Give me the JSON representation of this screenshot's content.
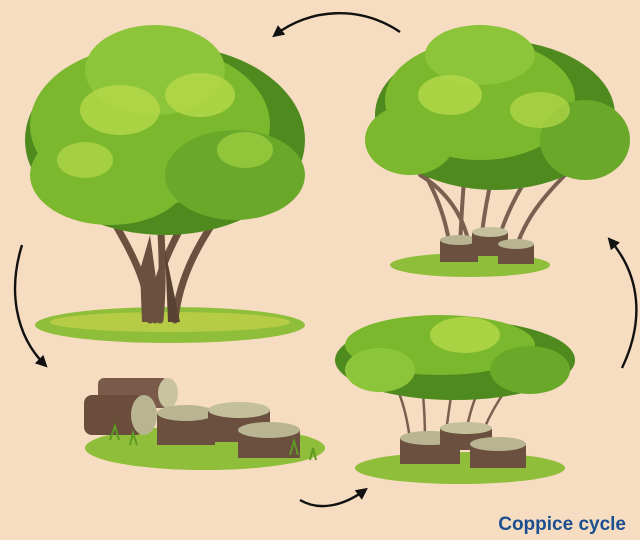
{
  "caption": "Coppice cycle",
  "colors": {
    "background": "#f6dcc0",
    "foliage_dark": "#4f8a1e",
    "foliage_mid": "#7cb82e",
    "foliage_light": "#b5d94a",
    "bark": "#6b5040",
    "stump_top": "#b9b592",
    "grass": "#8fbf3a",
    "arrow": "#111111",
    "caption": "#1b4f8f"
  },
  "stages": [
    {
      "id": "mature-tree",
      "icon": "mature-tree-icon"
    },
    {
      "id": "felled-logs-and-stumps",
      "icon": "cut-stumps-icon"
    },
    {
      "id": "young-regrowth",
      "icon": "young-shoots-icon"
    },
    {
      "id": "coppiced-stand",
      "icon": "multi-stem-tree-icon"
    }
  ]
}
